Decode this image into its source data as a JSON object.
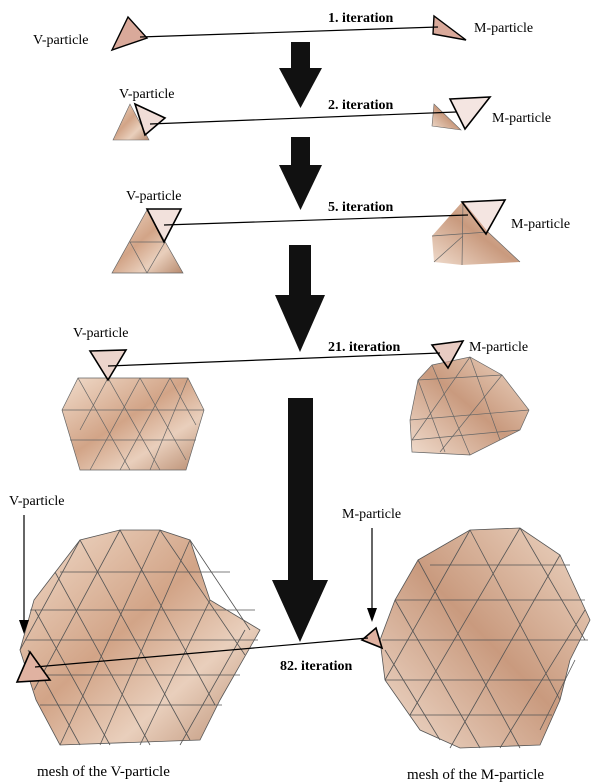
{
  "colors": {
    "face_light": "#e7c9b3",
    "face_mid": "#c89a7c",
    "face_dark": "#7a5240",
    "particle_fill": "#d9a99a",
    "mesh_stroke": "#555555",
    "arrow": "#111111"
  },
  "steps": [
    {
      "iteration": "1. iteration",
      "v_label": "V-particle",
      "m_label": "M-particle"
    },
    {
      "iteration": "2. iteration",
      "v_label": "V-particle",
      "m_label": "M-particle"
    },
    {
      "iteration": "5. iteration",
      "v_label": "V-particle",
      "m_label": "M-particle"
    },
    {
      "iteration": "21. iteration",
      "v_label": "V-particle",
      "m_label": "M-particle"
    },
    {
      "iteration": "82. iteration",
      "v_label": "V-particle",
      "m_label": "M-particle"
    }
  ],
  "captions": {
    "v_mesh": "mesh of the V-particle",
    "m_mesh": "mesh of the M-particle"
  }
}
